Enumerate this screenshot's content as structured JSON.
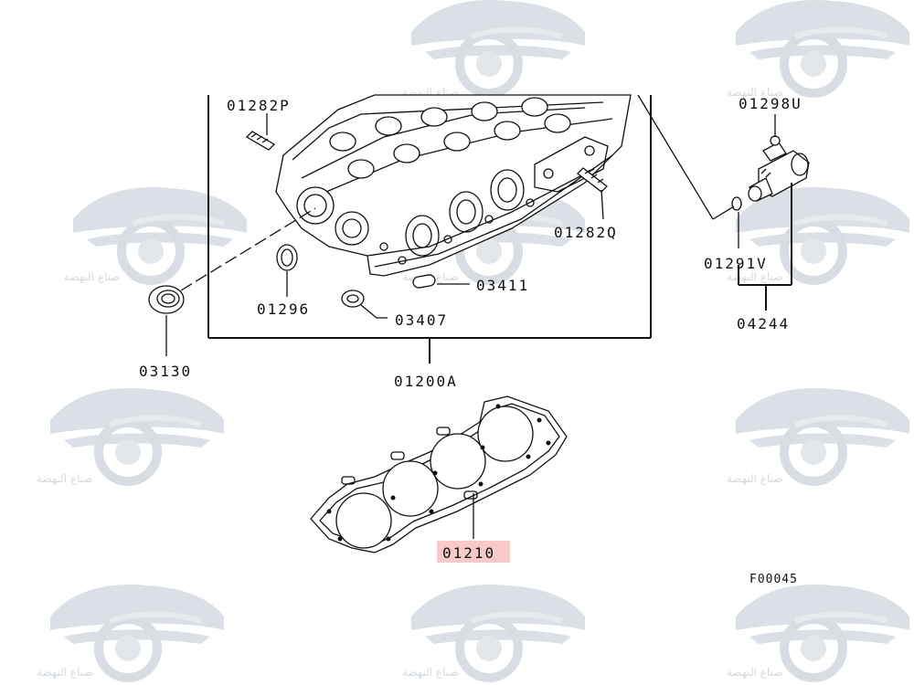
{
  "labels": {
    "p01282P": "01282P",
    "p01282Q": "01282Q",
    "p01296": "01296",
    "p03411": "03411",
    "p03407": "03407",
    "p03130": "03130",
    "p01200A": "01200A",
    "p01210": "01210",
    "p01298U": "01298U",
    "p01291V": "01291V",
    "p04244": "04244",
    "figure_code": "F00045"
  },
  "watermark": {
    "text": "صناع النهضة",
    "color": "#cfd6dc"
  },
  "colors": {
    "line": "#111111",
    "highlight": "#f7c9c9"
  },
  "icons": [
    "car-logo-watermark-icon"
  ]
}
